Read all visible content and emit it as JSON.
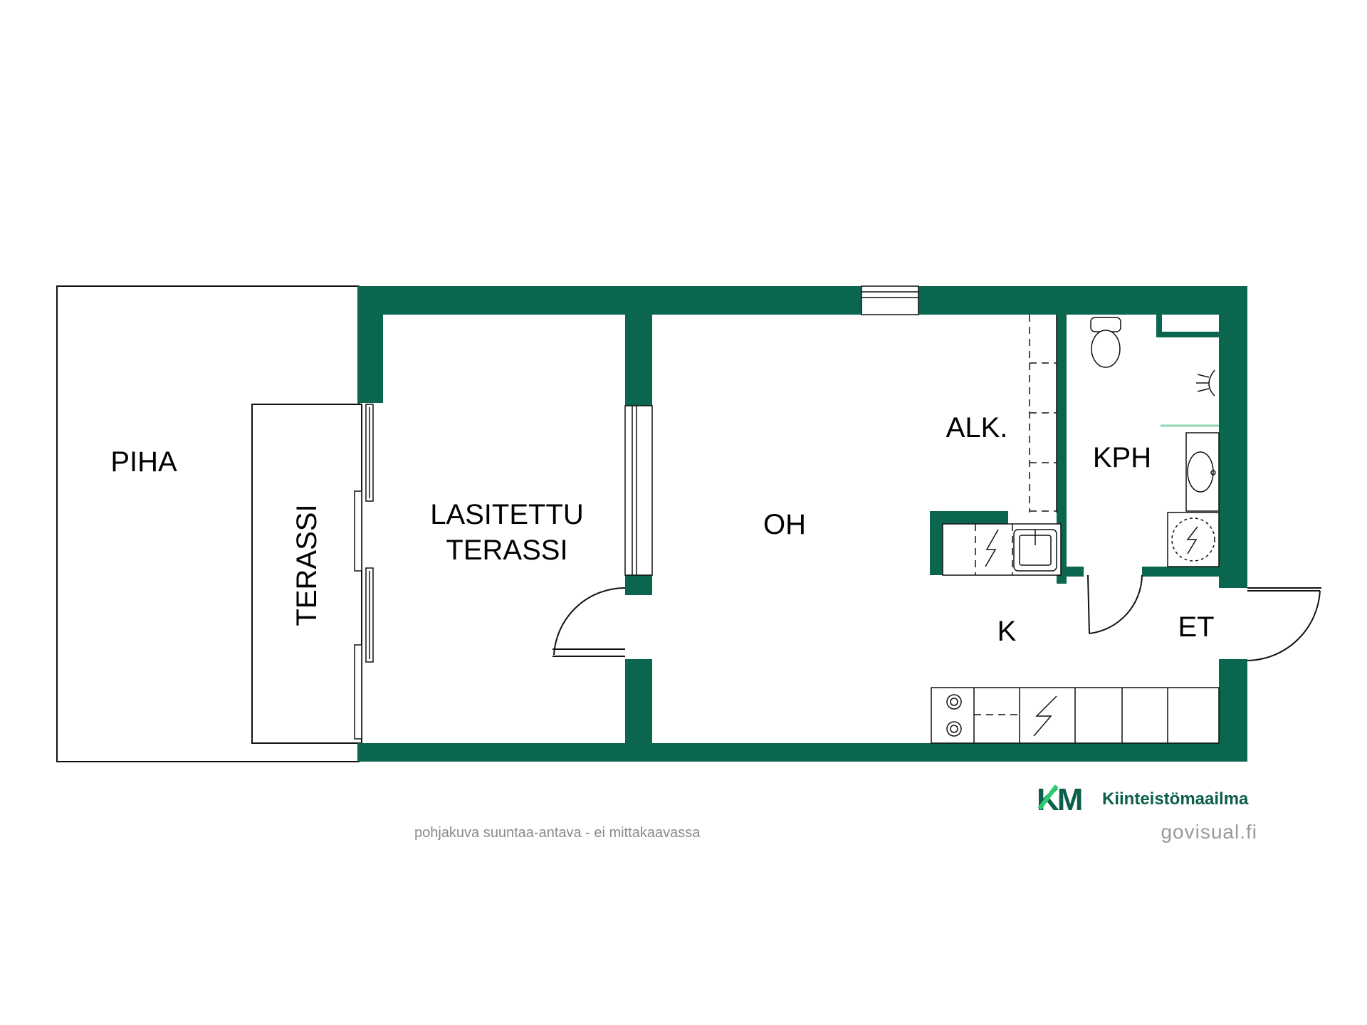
{
  "rooms": {
    "piha": "PIHA",
    "terassi": "TERASSI",
    "lasitettu_line1": "LASITETTU",
    "lasitettu_line2": "TERASSI",
    "oh": "OH",
    "alk": "ALK.",
    "kph": "KPH",
    "k": "K",
    "et": "ET"
  },
  "footer": {
    "note": "pohjakuva suuntaa-antava - ei mittakaavassa",
    "brand_name": "Kiinteistömaailma",
    "brand_initials": "KM",
    "site": "govisual.fi"
  },
  "colors": {
    "wall": "#0b6650",
    "brand_green": "#0b5e4a",
    "brand_accent": "#2ecc71"
  }
}
